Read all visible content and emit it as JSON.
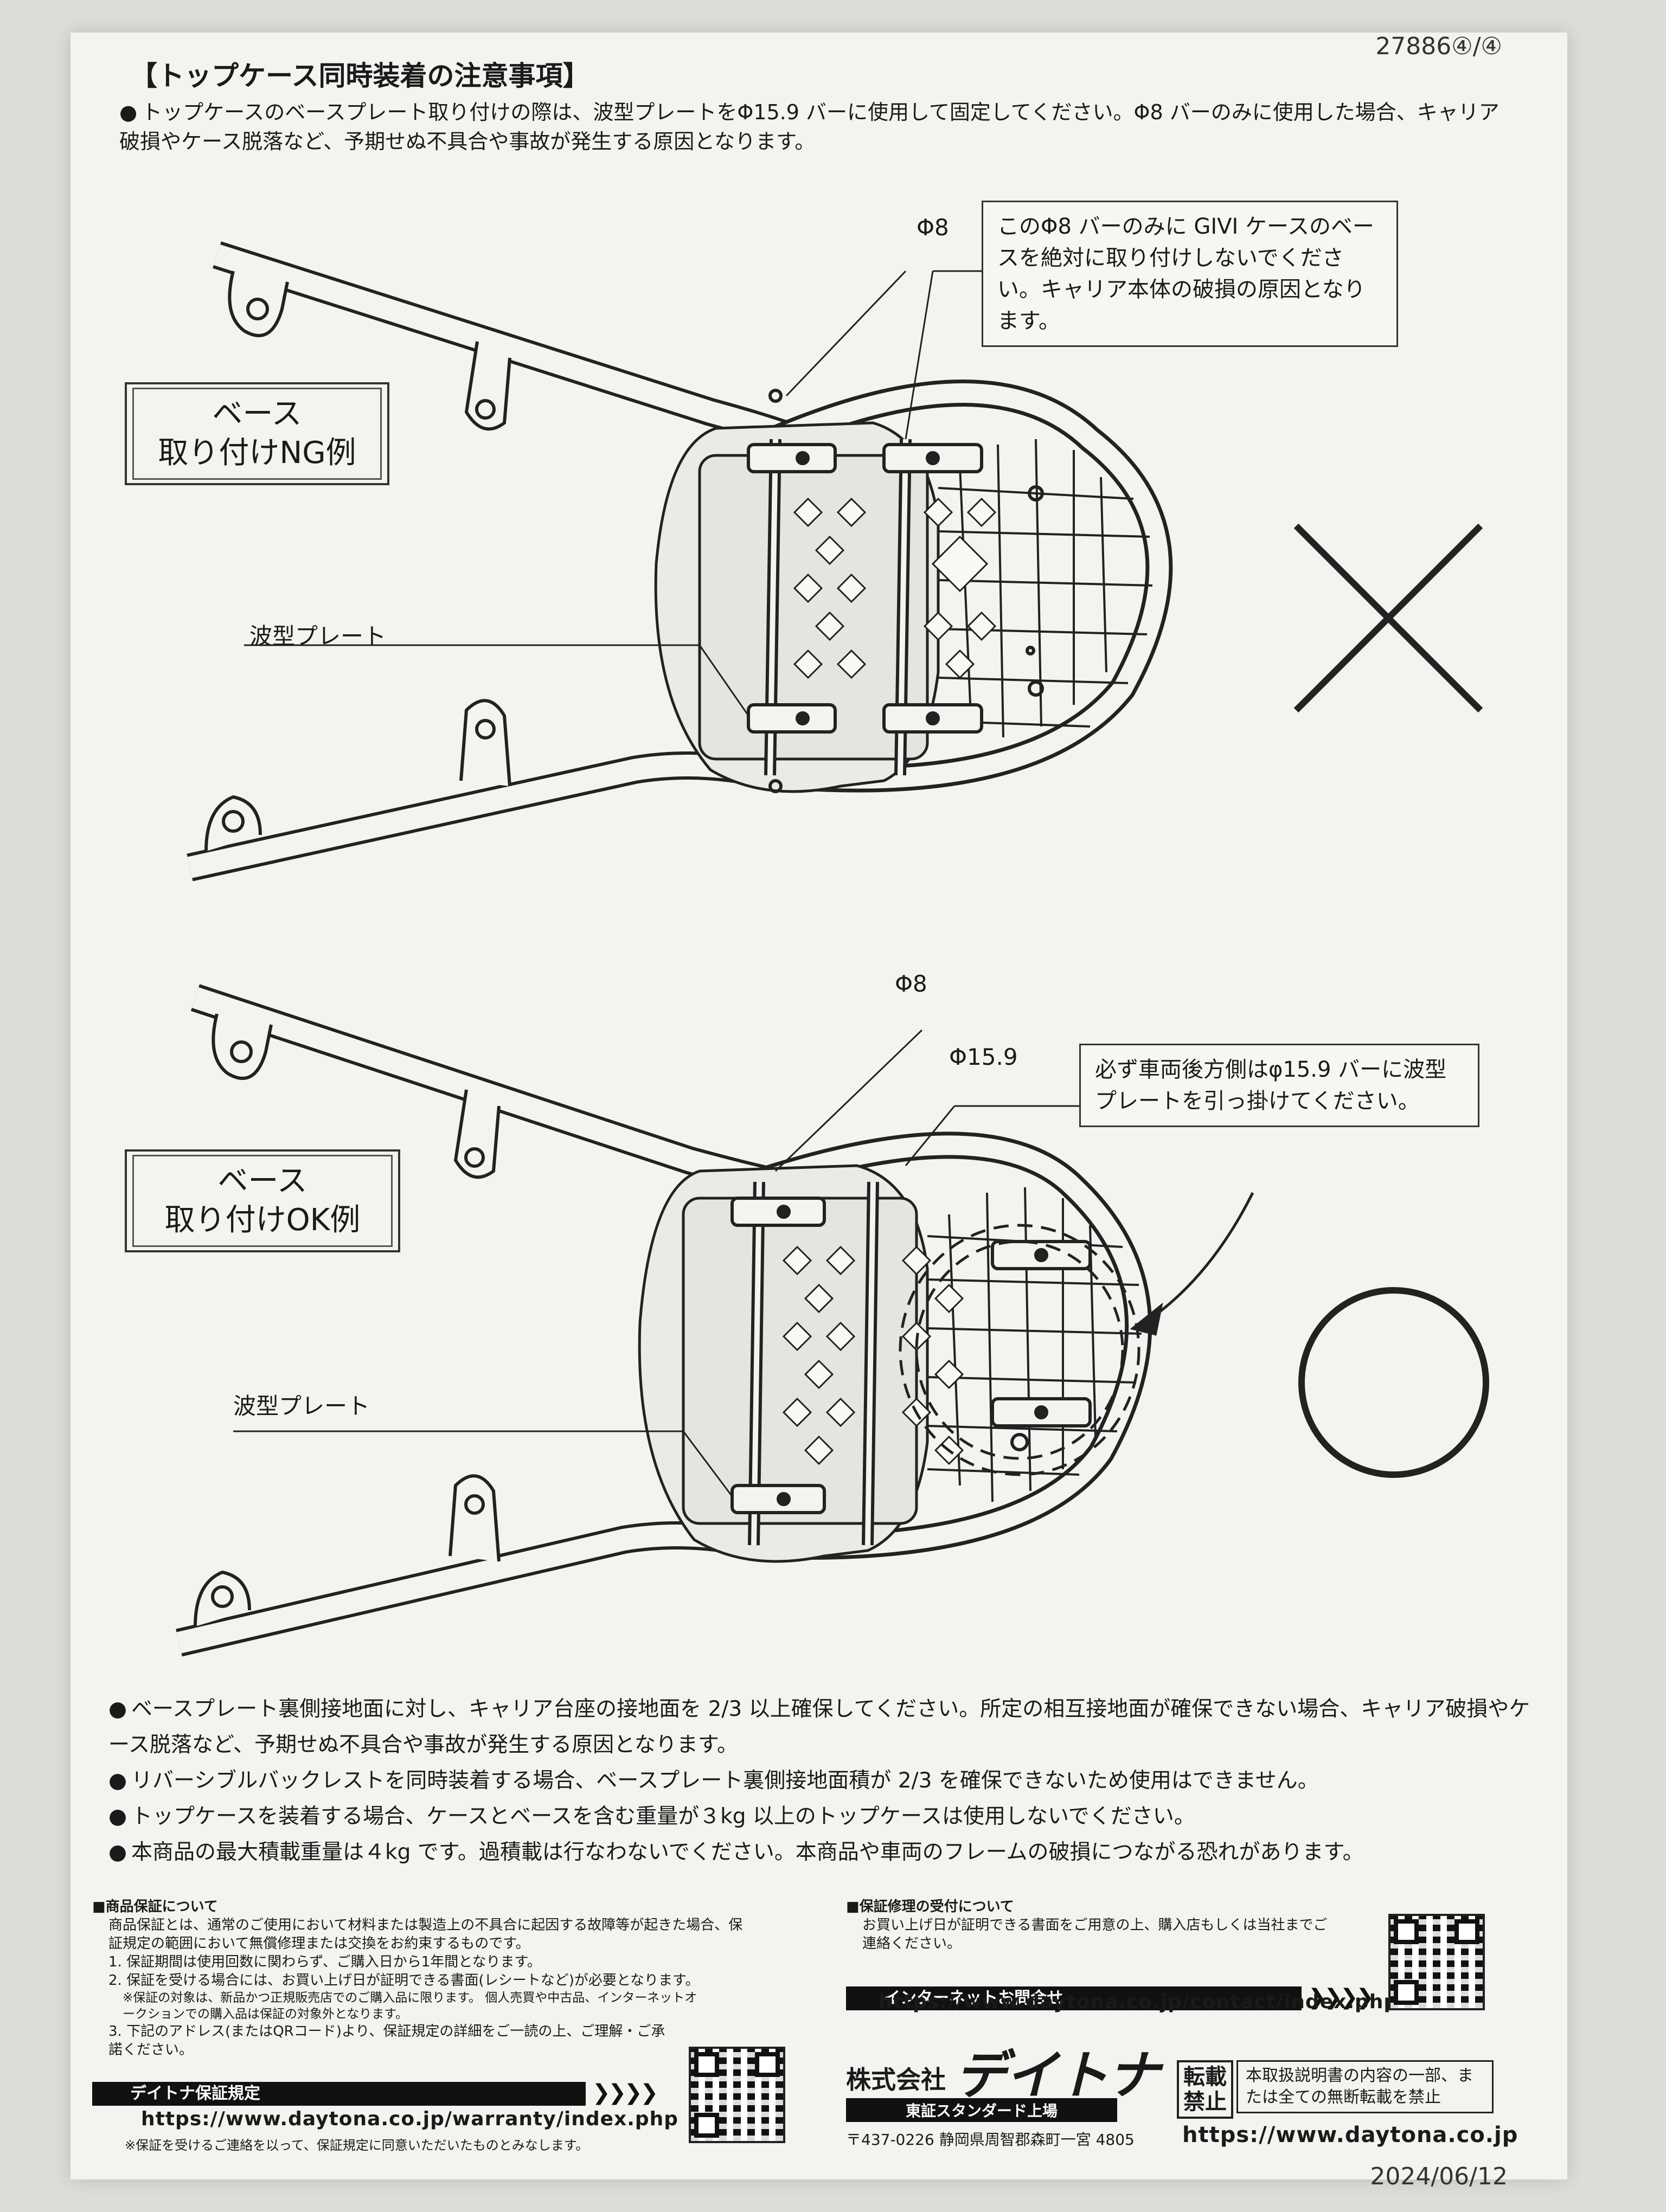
{
  "doc_number": "27886④/④",
  "date": "2024/06/12",
  "section_title": "【トップケース同時装着の注意事項】",
  "intro_bullet": "トップケースのベースプレート取り付けの際は、波型プレートをΦ15.9 バーに使用して固定してください。Φ8 バーのみに使用した場合、キャリア破損やケース脱落など、予期せぬ不具合や事故が発生する原因となります。",
  "ng_example": {
    "label_line1": "ベース",
    "label_line2": "取り付けNG例",
    "phi8_label": "Φ8",
    "callout": "このΦ8 バーのみに GIVI ケースのベースを絶対に取り付けしないでください。キャリア本体の破損の原因となります。",
    "wave_plate_label": "波型プレート",
    "mark": "×"
  },
  "ok_example": {
    "label_line1": "ベース",
    "label_line2": "取り付けOK例",
    "phi8_label": "Φ8",
    "phi159_label": "Φ15.9",
    "callout": "必ず車両後方側はφ15.9 バーに波型プレートを引っ掛けてください。",
    "wave_plate_label": "波型プレート",
    "mark": "○"
  },
  "bottom_bullets": [
    "ベースプレート裏側接地面に対し、キャリア台座の接地面を 2/3 以上確保してください。所定の相互接地面が確保できない場合、キャリア破損やケース脱落など、予期せぬ不具合や事故が発生する原因となります。",
    "リバーシブルバックレストを同時装着する場合、ベースプレート裏側接地面積が 2/3 を確保できないため使用はできません。",
    "トップケースを装着する場合、ケースとベースを含む重量が３kg 以上のトップケースは使用しないでください。",
    "本商品の最大積載重量は４kg です。過積載は行なわないでください。本商品や車両のフレームの破損につながる恐れがあります。"
  ],
  "warranty": {
    "heading": "■商品保証について",
    "body": "商品保証とは、通常のご使用において材料または製造上の不具合に起因する故障等が起きた場合、保証規定の範囲において無償修理または交換をお約束するものです。",
    "items": [
      "1. 保証期間は使用回数に関わらず、ご購入日から1年間となります。",
      "2. 保証を受ける場合には、お買い上げ日が証明できる書面(レシートなど)が必要となります。",
      "※保証の対象は、新品かつ正規販売店でのご購入品に限ります。 個人売買や中古品、インターネットオークションでの購入品は保証の対象外となります。",
      "3. 下記のアドレス(またはQRコード)より、保証規定の詳細をご一読の上、ご理解・ご承諾ください。"
    ],
    "banner": "デイトナ保証規定",
    "url": "https://www.daytona.co.jp/warranty/index.php",
    "note": "※保証を受けるご連絡を以って、保証規定に同意いただいたものとみなします。"
  },
  "repair": {
    "heading": "■保証修理の受付について",
    "body": "お買い上げ日が証明できる書面をご用意の上、購入店もしくは当社までご連絡ください。",
    "banner": "インターネットお問合せ",
    "url": "https://www.daytona.co.jp/contact/index.php"
  },
  "company": {
    "name_prefix": "株式会社",
    "brand": "デイトナ",
    "listing": "東証スタンダード上場",
    "address": "〒437-0226 静岡県周智郡森町一宮 4805",
    "stamp_line1": "転載",
    "stamp_line2": "禁止",
    "notice": "本取扱説明書の内容の一部、または全ての無断転載を禁止",
    "url": "https://www.daytona.co.jp"
  }
}
